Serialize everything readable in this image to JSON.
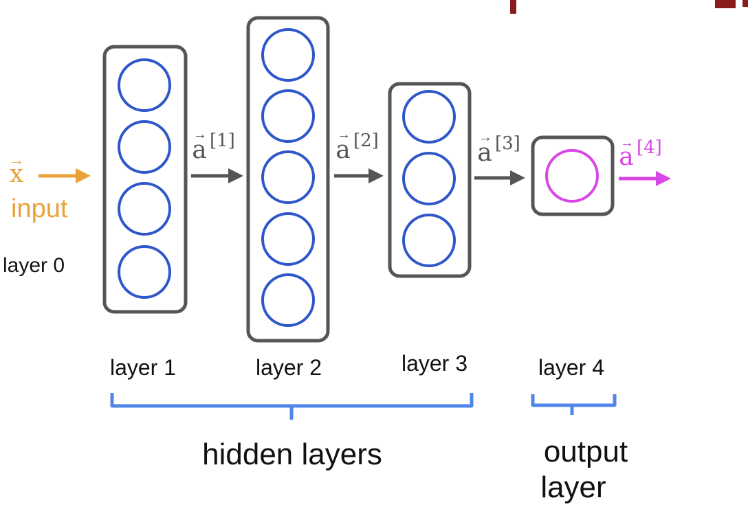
{
  "colors": {
    "input": "#e8a23a",
    "neuron": "#2f57c9",
    "output": "#d946e6",
    "layer_box": "#555555",
    "arrow": "#555555",
    "bracket": "#4f86e8",
    "title_fragment": "#8b1a1a",
    "text": "#111111"
  },
  "input": {
    "vector": "x",
    "label": "input",
    "layer_label": "layer 0"
  },
  "layers": [
    {
      "label": "layer 1",
      "neurons": 4
    },
    {
      "label": "layer 2",
      "neurons": 5
    },
    {
      "label": "layer 3",
      "neurons": 3
    },
    {
      "label": "layer 4",
      "neurons": 1
    }
  ],
  "activations": [
    {
      "symbol": "a",
      "superscript": "[1]"
    },
    {
      "symbol": "a",
      "superscript": "[2]"
    },
    {
      "symbol": "a",
      "superscript": "[3]"
    },
    {
      "symbol": "a",
      "superscript": "[4]"
    }
  ],
  "groups": {
    "hidden": "hidden layers",
    "output_line1": "output",
    "output_line2": "layer"
  }
}
